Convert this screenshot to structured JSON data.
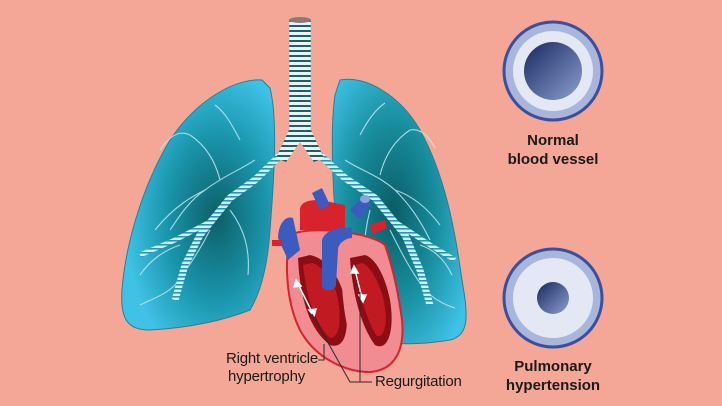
{
  "background_color": "#f5a797",
  "diagram": {
    "title_visible": false,
    "illustration": "lungs-and-heart",
    "colors": {
      "lung": "#3fc2e6",
      "lung_dark": "#0d5f68",
      "heart_red": "#d8232d",
      "heart_dark": "#8c0e14",
      "vein_blue": "#3b5bbf",
      "pericardium": "#f08c92",
      "vessel_outer": "#3a4f9e",
      "vessel_wall": "#a9b6dc",
      "vessel_inner_wall": "#e3e8f4",
      "vessel_lumen": "#1f3470"
    },
    "heart_labels": {
      "rv_line1": "Right ventricle",
      "rv_line2": "hypertrophy",
      "regurgitation": "Regurgitation"
    },
    "vessels": [
      {
        "name": "normal",
        "line1": "Normal",
        "line2": "blood vessel"
      },
      {
        "name": "pulmonary-hypertension",
        "line1": "Pulmonary",
        "line2": "hypertension"
      }
    ]
  }
}
